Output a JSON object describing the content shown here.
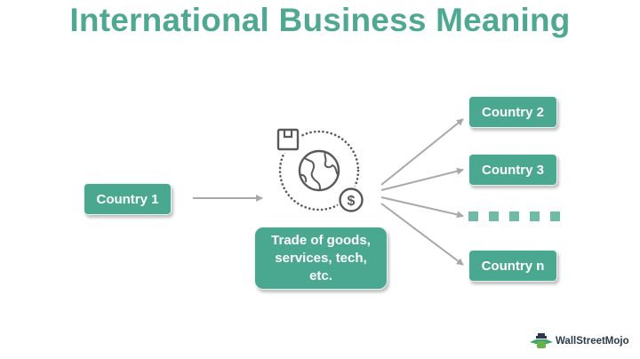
{
  "title": "International Business Meaning",
  "source_node": {
    "label": "Country 1"
  },
  "center": {
    "icon": "globe-trade-icon",
    "icons": [
      "package-box-icon",
      "globe-icon",
      "dollar-coin-icon",
      "dotted-cycle-ring"
    ],
    "caption": "Trade of goods,\nservices, tech,\netc."
  },
  "targets": [
    {
      "label": "Country 2"
    },
    {
      "label": "Country 3"
    },
    {
      "label": "....."
    },
    {
      "label": "Country n"
    }
  ],
  "colors": {
    "title": "#4fa891",
    "box_fill": "#4aa891",
    "box_text": "#ffffff",
    "arrow": "#a8a8a8",
    "icon_stroke": "#5a5a5a",
    "ellipsis_dots": "#6fbba5"
  },
  "branding": {
    "name": "WallStreetMojo",
    "icon": "mascot-logo-icon"
  }
}
